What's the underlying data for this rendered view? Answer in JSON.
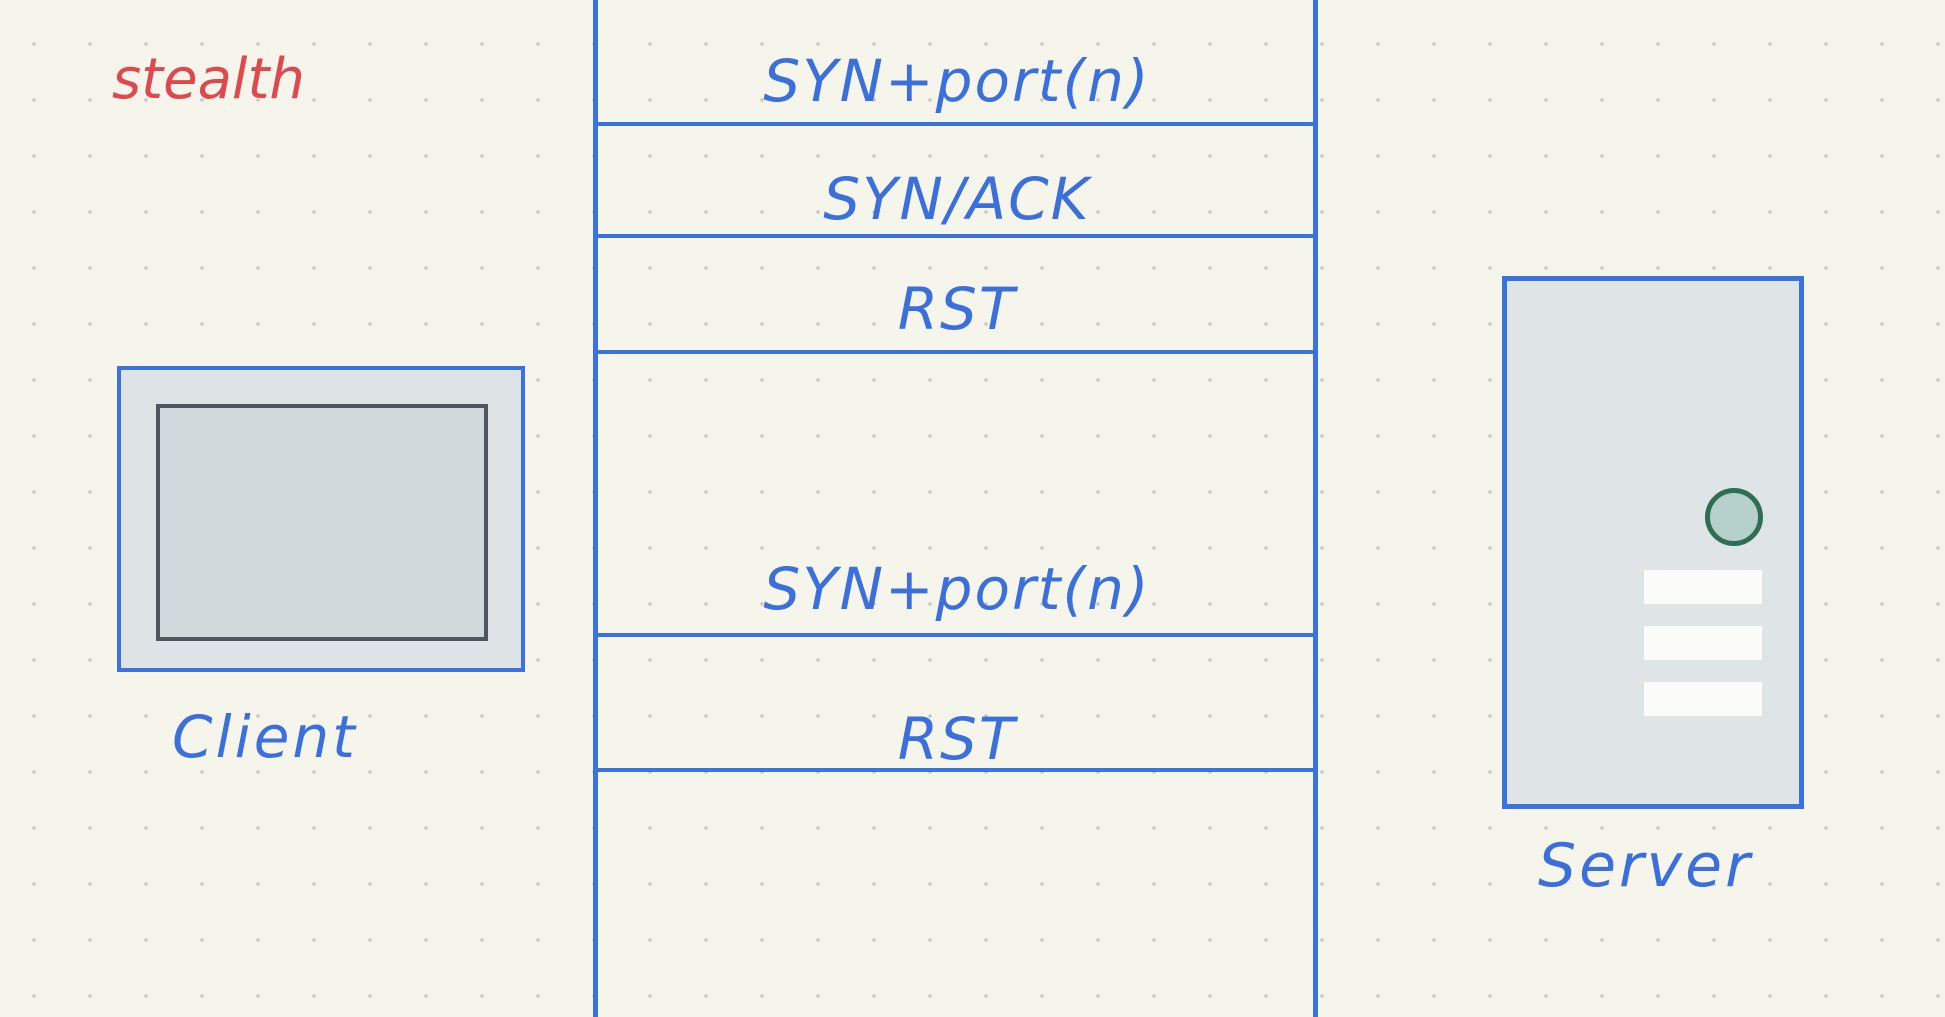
{
  "diagram": {
    "title": "stealth",
    "client_label": "Client",
    "server_label": "Server",
    "messages": [
      "SYN+port(n)",
      "SYN/ACK",
      "RST",
      "SYN+port(n)",
      "RST"
    ]
  },
  "colors": {
    "background": "#f5f5ec",
    "ink_blue": "#3a6fdc",
    "title_red": "#e0484e",
    "device_fill": "#dee3e5",
    "screen_border": "#505660",
    "led_green": "#2f6e55"
  },
  "icons": {
    "client": "computer-monitor-icon",
    "server": "server-tower-icon"
  }
}
